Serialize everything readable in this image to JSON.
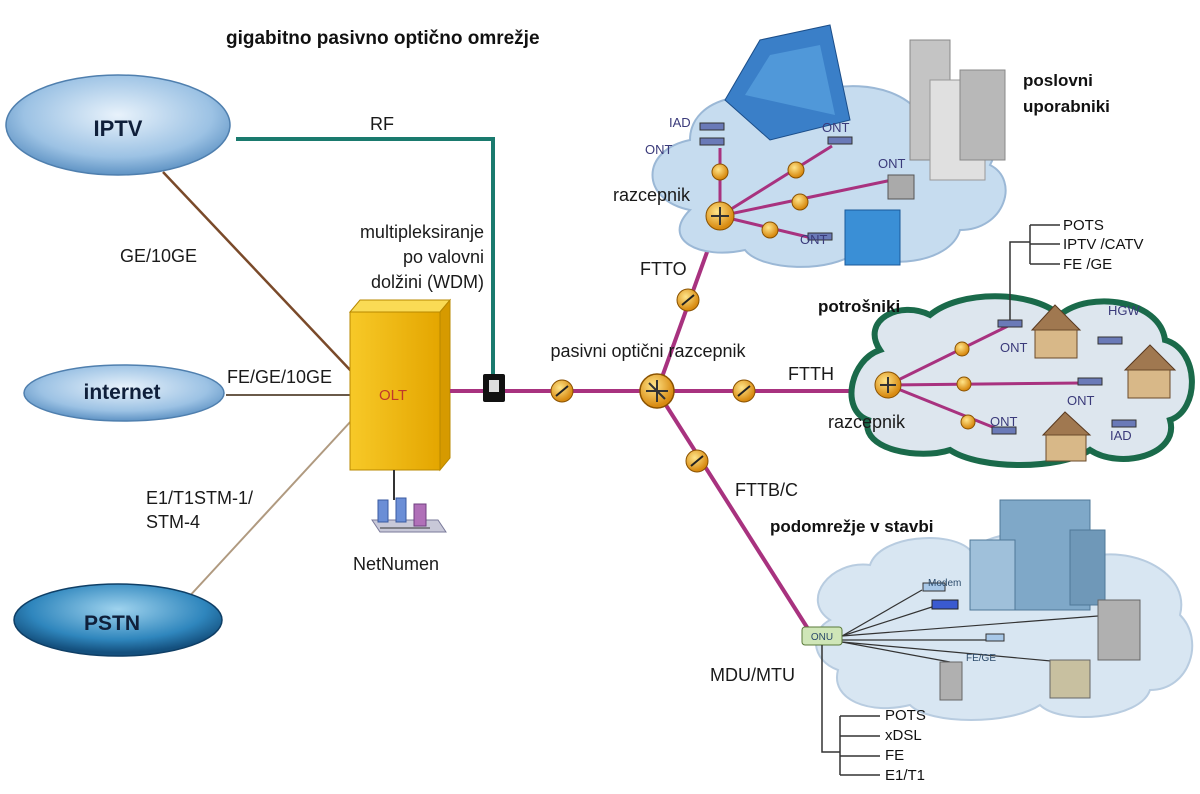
{
  "title": "gigabitno pasivno optično omrežje",
  "sources": {
    "iptv": "IPTV",
    "internet": "internet",
    "pstn": "PSTN"
  },
  "links": {
    "rf": "RF",
    "ge": "GE/10GE",
    "fe": "FE/GE/10GE",
    "e1_line1": "E1/T1STM-1/",
    "e1_line2": "STM-4"
  },
  "wdm": {
    "line1": "multipleksiranje",
    "line2": "po valovni",
    "line3": "dolžini (WDM)"
  },
  "olt": "OLT",
  "netnumen": "NetNumen",
  "passive_splitter": "pasivni optični razcepnik",
  "branches": {
    "ftto": "FTTO",
    "ftth": "FTTH",
    "fttb": "FTTB/C"
  },
  "business": {
    "label_line1": "poslovni",
    "label_line2": "uporabniki",
    "splitter": "razcepnik",
    "iad": "IAD",
    "ont_labels": [
      "ONT",
      "ONT",
      "ONT",
      "ONT"
    ]
  },
  "consumers": {
    "label": "potrošniki",
    "splitter": "razcepnik",
    "hgw": "HGW",
    "iad": "IAD",
    "ont_labels": [
      "ONT",
      "ONT",
      "ONT"
    ],
    "services": [
      "POTS",
      "IPTV /CATV",
      "FE /GE"
    ]
  },
  "building": {
    "label": "podomrežje v stavbi",
    "mdu": "MDU/MTU",
    "onu": "ONU",
    "modem": "Modem",
    "fege": "FE/GE",
    "services": [
      "POTS",
      "xDSL",
      "FE",
      "E1/T1"
    ]
  },
  "colors": {
    "fiber": "#a8327f",
    "rf": "#1a7a6e",
    "ge": "#7a4a2a",
    "fe": "#6a5a4a",
    "e1": "#b09a80",
    "olt": "#f2b705",
    "cloud": "#bcd4ea",
    "cloud_green": "#1a6a4a"
  }
}
